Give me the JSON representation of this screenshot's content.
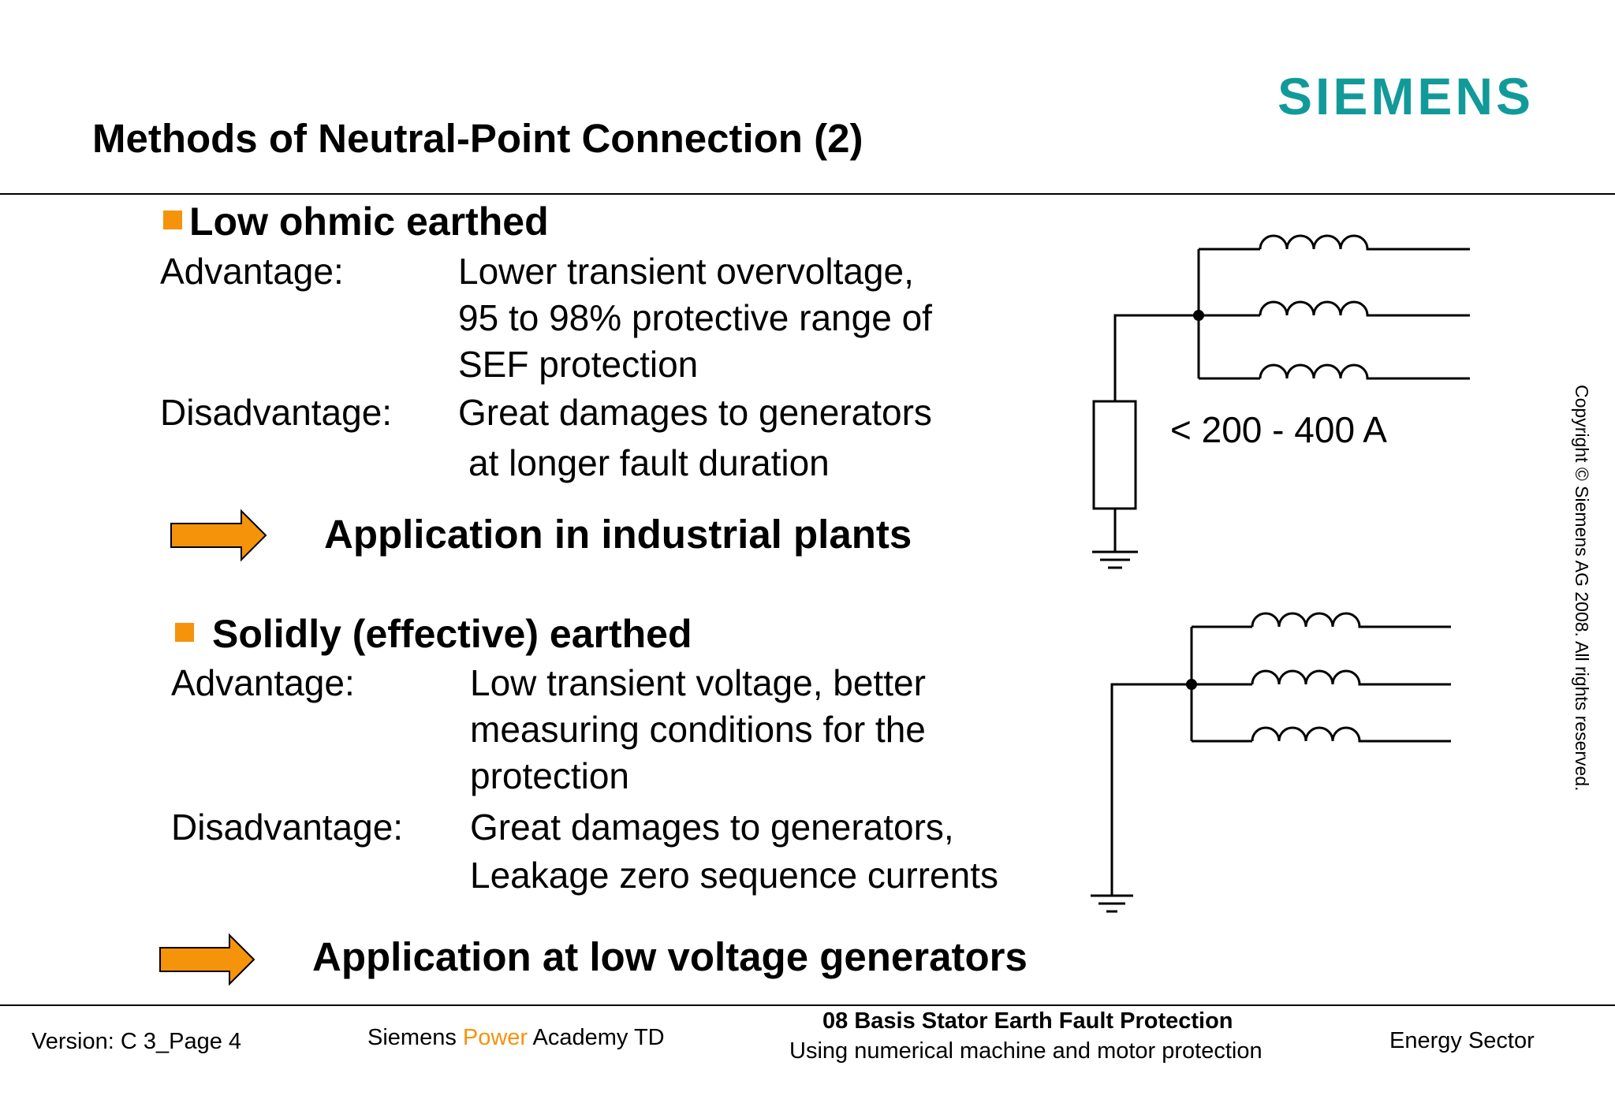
{
  "colors": {
    "brand": "#129a9a",
    "accent": "#f5930b"
  },
  "header": {
    "logo": "SIEMENS",
    "title": "Methods of Neutral-Point Connection (2)"
  },
  "section1": {
    "heading": "Low ohmic earthed",
    "advantage_label": "Advantage:",
    "advantage_lines": [
      "Lower transient overvoltage,",
      "95 to 98% protective range of",
      "SEF protection"
    ],
    "disadvantage_label": "Disadvantage:",
    "disadvantage_lines": [
      "Great damages to generators",
      "at longer fault duration"
    ],
    "application": "Application in industrial plants",
    "current_label": "< 200 - 400 A",
    "arrow_icon": "arrow-right-icon"
  },
  "section2": {
    "heading": "Solidly (effective) earthed",
    "advantage_label": "Advantage:",
    "advantage_lines": [
      "Low transient voltage, better",
      "measuring conditions for the",
      "protection"
    ],
    "disadvantage_label": "Disadvantage:",
    "disadvantage_lines": [
      "Great damages to generators,",
      "Leakage zero sequence currents"
    ],
    "application": "Application at low voltage generators",
    "arrow_icon": "arrow-right-icon"
  },
  "side": {
    "copyright": "Copyright © Siemens AG 2008. All rights reserved."
  },
  "footer": {
    "version": "Version: C 3_Page 4",
    "academy_pre": "Siemens ",
    "academy_highlight": "Power",
    "academy_post": " Academy TD",
    "course_title": "08 Basis Stator Earth Fault Protection",
    "course_subtitle": "Using numerical machine and motor protection",
    "sector": "Energy Sector"
  }
}
